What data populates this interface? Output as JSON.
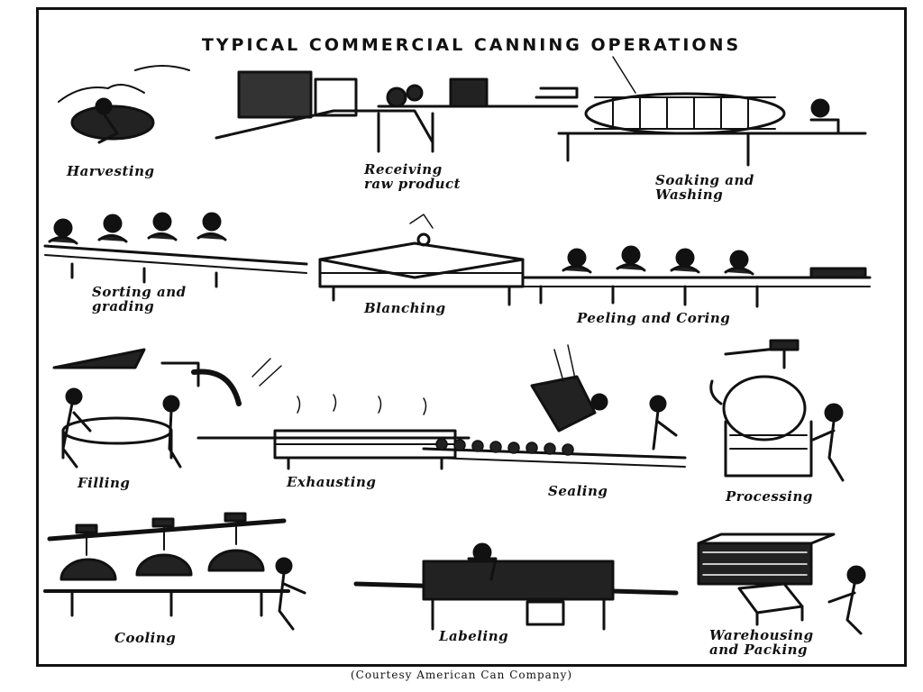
{
  "title": "TYPICAL COMMERCIAL CANNING OPERATIONS",
  "credit": "(Courtesy American Can Company)",
  "steps": [
    {
      "label": "Harvesting"
    },
    {
      "label": "Receiving\nraw product"
    },
    {
      "label": "Soaking and\nWashing"
    },
    {
      "label": "Sorting and\ngrading"
    },
    {
      "label": "Blanching"
    },
    {
      "label": "Peeling and Coring"
    },
    {
      "label": "Filling"
    },
    {
      "label": "Exhausting"
    },
    {
      "label": "Sealing"
    },
    {
      "label": "Processing"
    },
    {
      "label": "Cooling"
    },
    {
      "label": "Labeling"
    },
    {
      "label": "Warehousing\nand Packing"
    }
  ]
}
